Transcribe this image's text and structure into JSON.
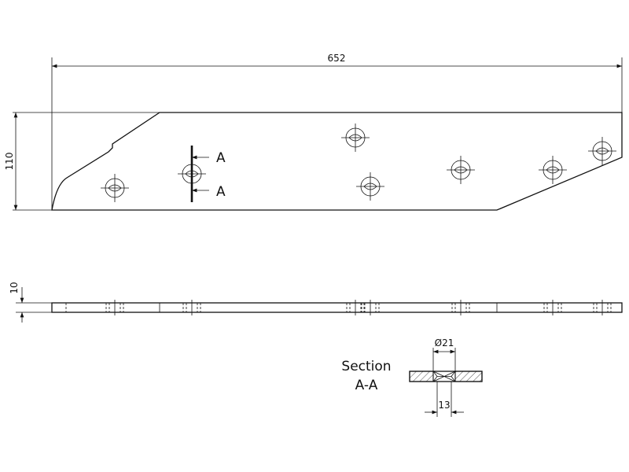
{
  "drawing": {
    "dimensions": {
      "overall_length": "652",
      "height": "110",
      "thickness": "10",
      "bore_diameter": "Ø21",
      "slot_width": "13"
    },
    "section_marker": {
      "upper": "A",
      "lower": "A"
    },
    "section_title": {
      "line1": "Section",
      "line2": "A-A"
    }
  }
}
